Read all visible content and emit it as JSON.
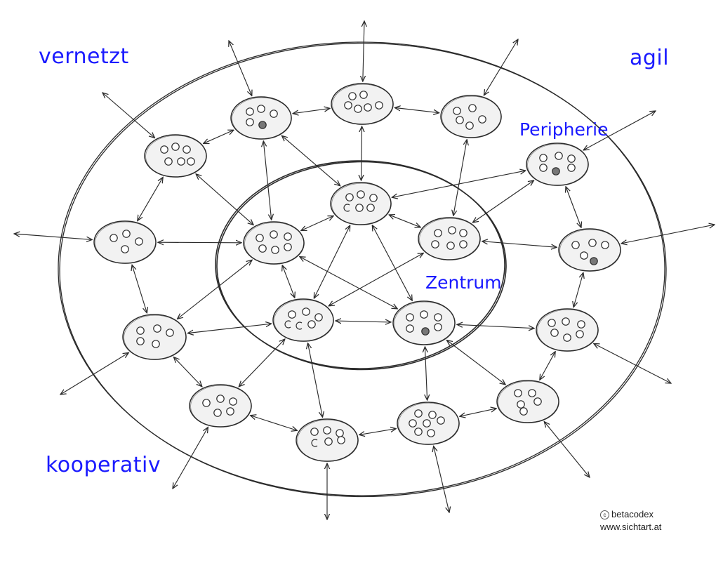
{
  "colors": {
    "label": "#1a1aff",
    "ink": "#2b2b2b",
    "cell_fill": "#f2f2f2",
    "dot_fill": "#777777"
  },
  "labels": {
    "networked": "vernetzt",
    "agile": "agil",
    "cooperative": "kooperativ",
    "periphery": "Peripherie",
    "center": "Zentrum"
  },
  "credit": {
    "owner": "betacodex",
    "website": "www.sichtart.at"
  }
}
